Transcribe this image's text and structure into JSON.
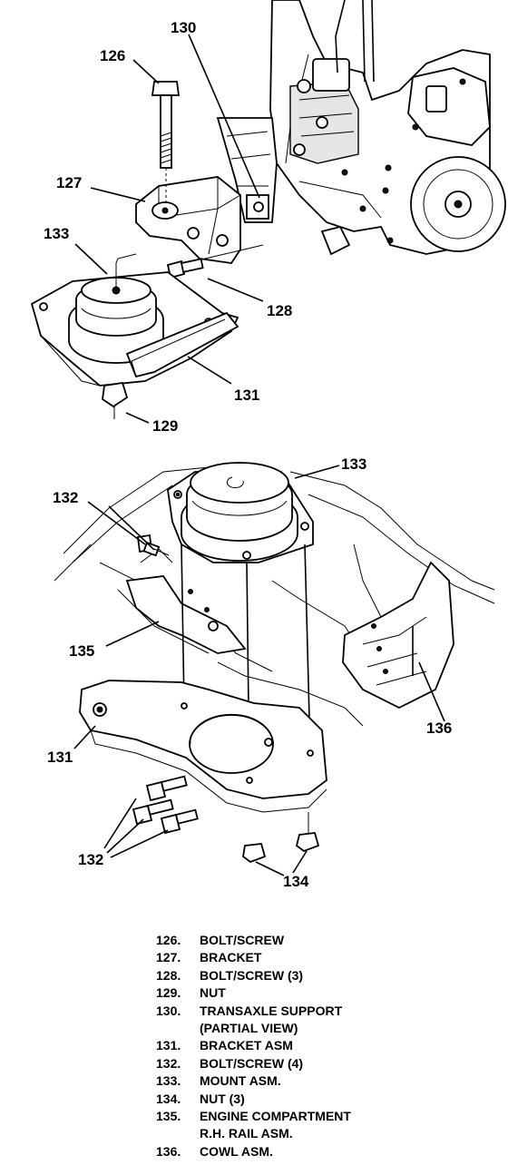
{
  "callouts": {
    "top": {
      "c126": "126",
      "c130": "130",
      "c127": "127",
      "c133": "133",
      "c128": "128",
      "c131": "131",
      "c129": "129"
    },
    "bottom": {
      "c133": "133",
      "c132a": "132",
      "c135": "135",
      "c136": "136",
      "c131": "131",
      "c132b": "132",
      "c134": "134"
    }
  },
  "legend": [
    {
      "num": "126.",
      "desc": "BOLT/SCREW"
    },
    {
      "num": "127.",
      "desc": "BRACKET"
    },
    {
      "num": "128.",
      "desc": "BOLT/SCREW (3)"
    },
    {
      "num": "129.",
      "desc": "NUT"
    },
    {
      "num": "130.",
      "desc": "TRANSAXLE SUPPORT"
    },
    {
      "num": "",
      "desc": "(PARTIAL VIEW)"
    },
    {
      "num": "131.",
      "desc": "BRACKET ASM"
    },
    {
      "num": "132.",
      "desc": "BOLT/SCREW (4)"
    },
    {
      "num": "133.",
      "desc": "MOUNT ASM."
    },
    {
      "num": "134.",
      "desc": "NUT (3)"
    },
    {
      "num": "135.",
      "desc": "ENGINE COMPARTMENT"
    },
    {
      "num": "",
      "desc": "R.H. RAIL ASM."
    },
    {
      "num": "136.",
      "desc": "COWL ASM."
    }
  ]
}
